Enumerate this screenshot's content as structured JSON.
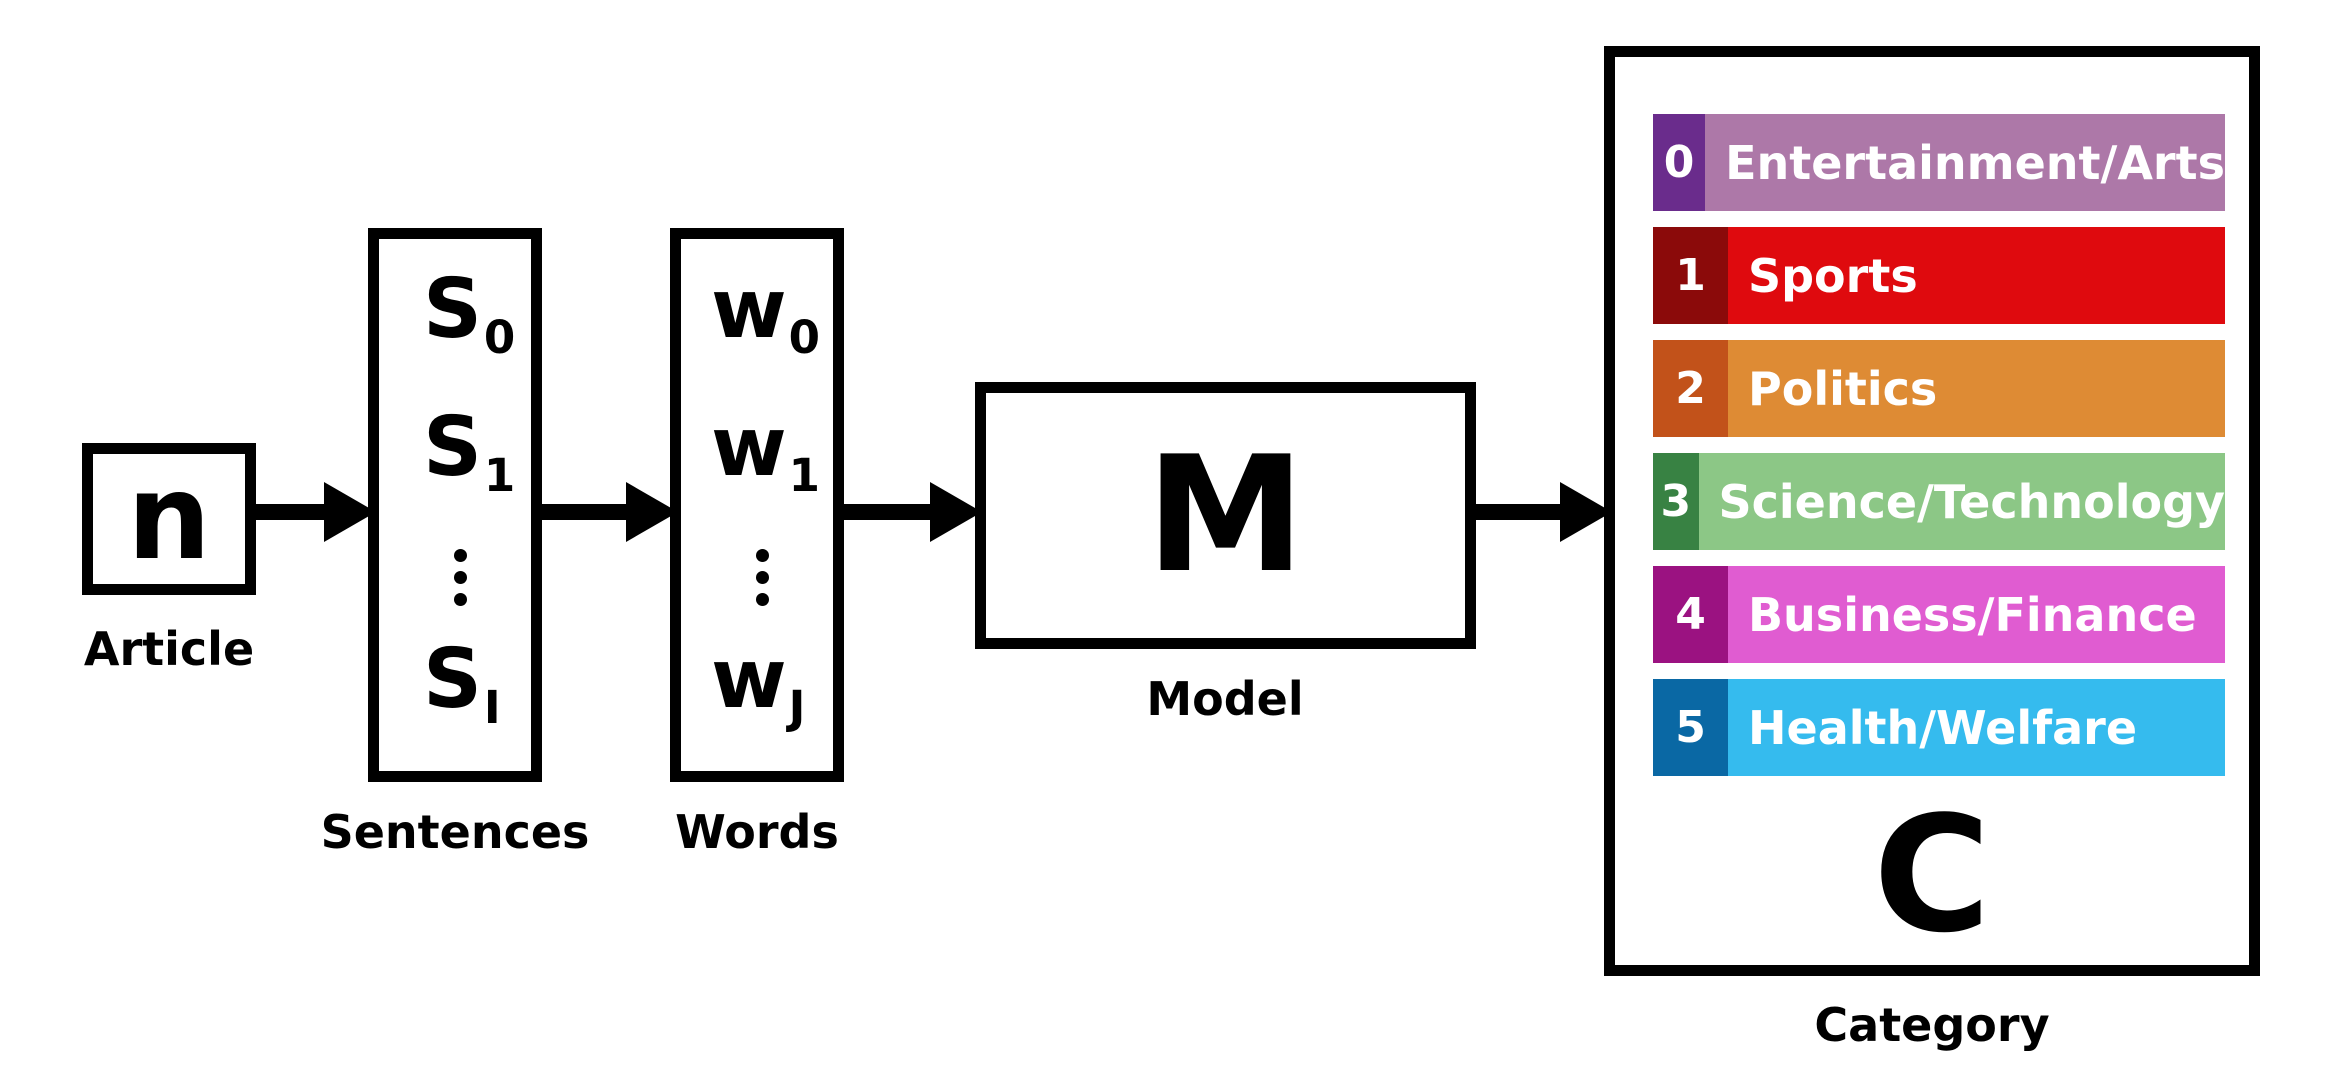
{
  "article": {
    "symbol": "n",
    "label": "Article"
  },
  "sentences": {
    "label": "Sentences",
    "items": [
      {
        "base": "S",
        "sub": "0"
      },
      {
        "base": "S",
        "sub": "1"
      },
      {
        "base": "S",
        "sub": "I"
      }
    ]
  },
  "words": {
    "label": "Words",
    "items": [
      {
        "base": "w",
        "sub": "0"
      },
      {
        "base": "w",
        "sub": "1"
      },
      {
        "base": "w",
        "sub": "J"
      }
    ]
  },
  "model": {
    "symbol": "M",
    "label": "Model"
  },
  "category": {
    "symbol": "C",
    "label": "Category",
    "items": [
      {
        "num": "0",
        "name": "Entertainment/Arts",
        "num_color": "#6a2c8c",
        "color": "#ad78a8"
      },
      {
        "num": "1",
        "name": "Sports",
        "num_color": "#8b0a0a",
        "color": "#df0a0e"
      },
      {
        "num": "2",
        "name": "Politics",
        "num_color": "#c2521a",
        "color": "#de8b34"
      },
      {
        "num": "3",
        "name": "Science/Technology",
        "num_color": "#388243",
        "color": "#8cc786"
      },
      {
        "num": "4",
        "name": "Business/Finance",
        "num_color": "#9b1281",
        "color": "#e05cd1"
      },
      {
        "num": "5",
        "name": "Health/Welfare",
        "num_color": "#0a68a4",
        "color": "#35bbee"
      }
    ]
  }
}
